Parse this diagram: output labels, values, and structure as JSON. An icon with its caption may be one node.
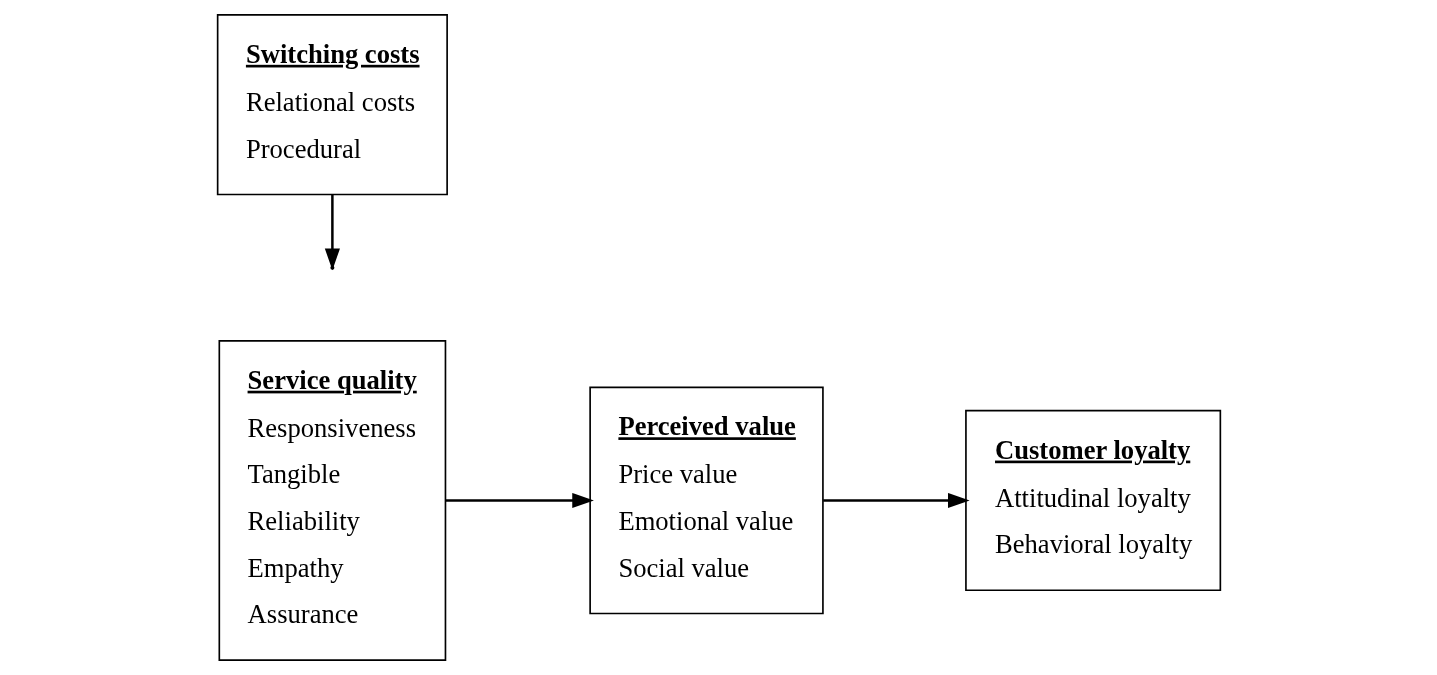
{
  "diagram": {
    "nodes": [
      {
        "text": [
          "Service quality",
          "Responsiveness",
          "Tangible",
          "Reliability",
          "Empathy",
          "Assurance"
        ]
      },
      {
        "text": [
          "Perceived value",
          "Price value",
          "Emotional value",
          "Social value"
        ]
      },
      {
        "text": [
          "Switching costs",
          "Relational costs",
          "Procedural"
        ]
      },
      {
        "text": [
          "Customer loyalty",
          "Attitudinal loyalty",
          "Behavioral loyalty"
        ]
      }
    ],
    "edges": [
      {
        "from": 0,
        "to": 1,
        "arrow": "to"
      },
      {
        "from": 1,
        "to": 3,
        "arrow": "to"
      },
      {
        "from": 2,
        "to": null,
        "arrow": "to"
      }
    ]
  }
}
